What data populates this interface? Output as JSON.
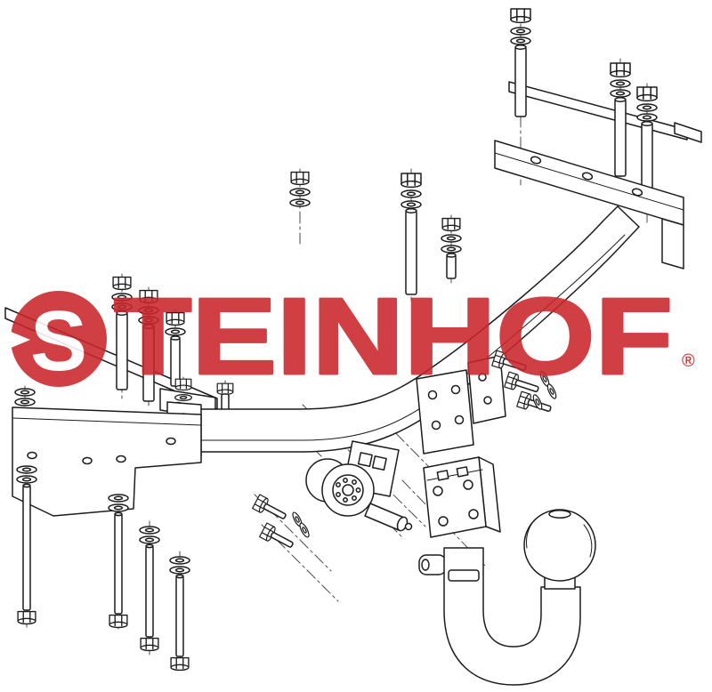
{
  "brand": {
    "name": "STEINHOF",
    "wordmark_rest": "TEINHOF",
    "registered_mark": "®",
    "accent_color": "#c9252b"
  },
  "diagram": {
    "background_color": "#ffffff",
    "line_color": "#1c1c1c",
    "parts": [
      "main-crossbar-beam",
      "upper-mounting-bracket",
      "upper-support-strip",
      "left-support-strip",
      "left-side-mounting-plate",
      "ball-mounting-plates",
      "electrical-socket",
      "socket-holder-plate",
      "bumper-bracket",
      "swan-neck-towball",
      "towball",
      "hex-bolts",
      "washers",
      "nuts",
      "studs"
    ]
  }
}
